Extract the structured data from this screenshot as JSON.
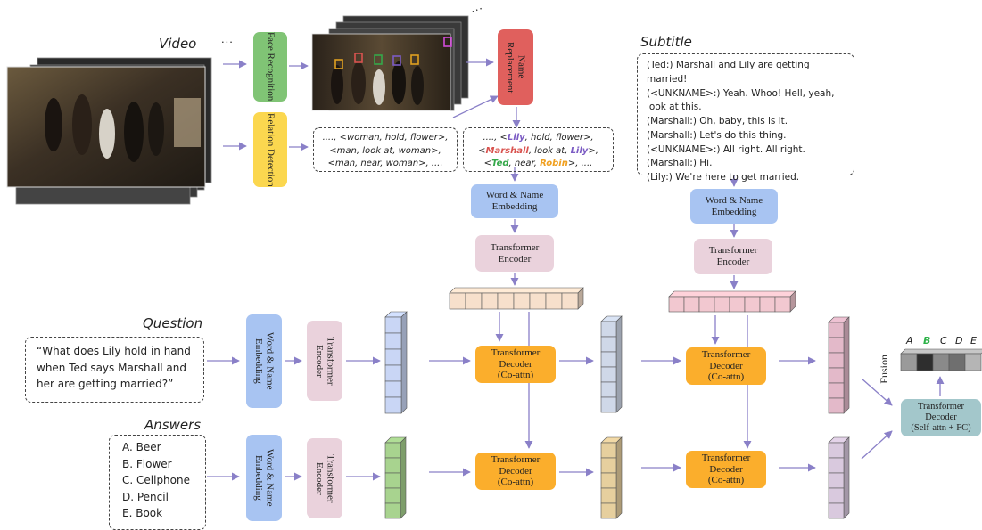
{
  "labels": {
    "video": "Video",
    "subtitle": "Subtitle",
    "question": "Question",
    "answers": "Answers",
    "fusion": "Fusion"
  },
  "modules": {
    "face_recognition": "Face Recognition",
    "relation_detection": "Relation Detection",
    "name_replacement": "Name Replacement",
    "word_name_embedding": "Word & Name Embedding",
    "transformer_encoder": "Transformer Encoder",
    "decoder_title": "Transformer Decoder",
    "decoder_mode": "(Co-attn)",
    "final_decoder_title": "Transformer Decoder",
    "final_decoder_mode": "(Self-attn + FC)"
  },
  "ellipsis": "...",
  "relations_raw": [
    "...., <woman, hold, flower>,",
    "<man, look at, woman>,",
    "<man, near, woman>, ...."
  ],
  "relations_named": {
    "l1": [
      "...., <",
      "Lily",
      ", hold, flower>,"
    ],
    "l2": [
      "<",
      "Marshall",
      ", look at, ",
      "Lily",
      ">,"
    ],
    "l3": [
      "<",
      "Ted",
      ", near, ",
      "Robin",
      ">, ...."
    ]
  },
  "subtitle_lines": [
    "(Ted:) Marshall and Lily are getting",
    "married!",
    "(<UNKNAME>:) Yeah. Whoo! Hell, yeah,",
    "look at this.",
    "(Marshall:) Oh, baby, this is it.",
    "(Marshall:) Let's do this thing.",
    "(<UNKNAME>:) All right. All right.",
    "(Marshall:) Hi.",
    "(Lily:) We're here to get married."
  ],
  "question_lines": [
    "“What does Lily hold in hand",
    "when Ted says Marshall and",
    "her are getting married?”"
  ],
  "answers": [
    "A. Beer",
    "B. Flower",
    "C. Cellphone",
    "D. Pencil",
    "E. Book"
  ],
  "options": [
    "A",
    "B",
    "C",
    "D",
    "E"
  ],
  "selected_option": "B",
  "colors": {
    "face_recognition": "#80c475",
    "relation_detection": "#fbd74f",
    "name_replacement": "#e0605d",
    "embedding": "#a8c4f2",
    "encoder": "#ead2dc",
    "decoder": "#fbae2c",
    "final_decoder": "#a3c7cb",
    "arrow": "#8a80c8",
    "lily": "#7c5cc4",
    "marshall": "#d9534f",
    "ted": "#35a84a",
    "robin": "#f0a020"
  }
}
